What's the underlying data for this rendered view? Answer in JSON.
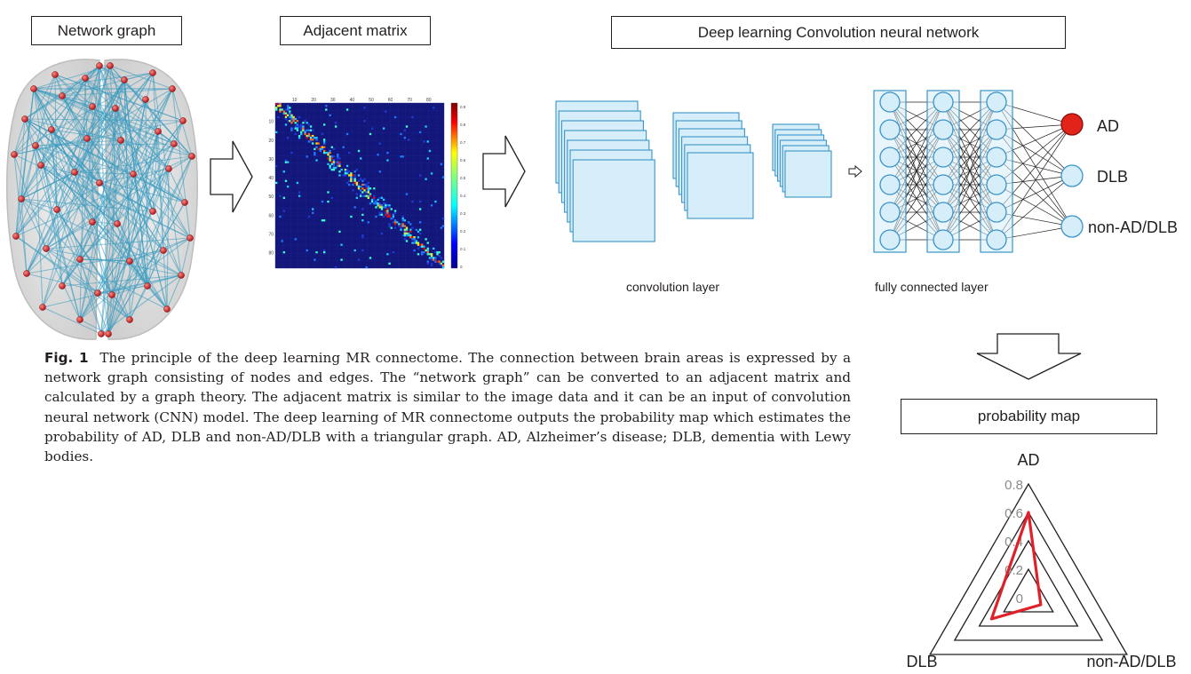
{
  "labels": {
    "network_graph": "Network graph",
    "adjacent_matrix": "Adjacent matrix",
    "dl_cnn": "Deep learning Convolution neural network",
    "convolution_layer": "convolution layer",
    "fully_connected_layer": "fully connected layer",
    "probability_map": "probability map"
  },
  "matrix": {
    "x_ticks": [
      "10",
      "20",
      "30",
      "40",
      "50",
      "60",
      "70",
      "80"
    ],
    "y_ticks": [
      "10",
      "20",
      "30",
      "40",
      "50",
      "60",
      "70",
      "80"
    ],
    "colorbar_ticks": [
      "0.9",
      "0.8",
      "0.7",
      "0.6",
      "0.5",
      "0.4",
      "0.3",
      "0.2",
      "0.1",
      "0"
    ]
  },
  "outputs": [
    "AD",
    "DLB",
    "non-AD/DLB"
  ],
  "chart_data": {
    "type": "radar",
    "axes": [
      "AD",
      "DLB",
      "non-AD/DLB"
    ],
    "ticks": [
      "0",
      "0.2",
      "0.4",
      "0.6",
      "0.8"
    ],
    "range": [
      0,
      0.8
    ],
    "series": [
      {
        "values": [
          0.6,
          0.3,
          0.1
        ]
      }
    ],
    "colors": {
      "series": "#e0202a"
    }
  },
  "caption": {
    "label": "Fig. 1",
    "text": "The principle of the deep learning MR connectome. The connection between brain areas is expressed by a network graph consisting of nodes and edges. The “network graph” can be converted to an adjacent matrix and calculated by a graph theory. The adjacent matrix is similar to the image data and it can be an input of convolution neural network (CNN) model. The deep learning of MR connectome outputs the probability map which estimates the probability of AD, DLB and non-AD/DLB with a triangular graph. AD, Alzheimer’s disease; DLB, dementia with Lewy bodies."
  }
}
